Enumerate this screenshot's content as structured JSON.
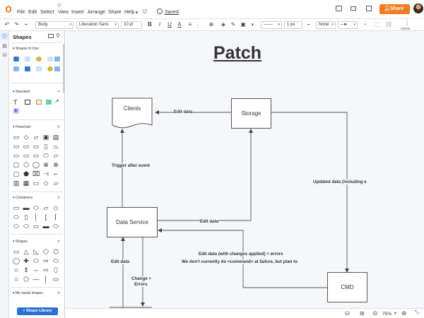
{
  "menu": {
    "items": [
      "File",
      "Edit",
      "Select",
      "View",
      "Insert",
      "Arrange",
      "Share",
      "Help"
    ],
    "saved_label": "Saved",
    "share_button": "Share"
  },
  "toolbar": {
    "style_select": "Body",
    "font_select": "Liberation Sans",
    "font_size": "10 pt",
    "bold": "B",
    "italic": "I",
    "underline": "U",
    "text_color": "A",
    "line_width": "1 px",
    "arrow_start": "None",
    "more_label": "MORE"
  },
  "panel": {
    "title": "Shapes",
    "sections": {
      "in_use": "Shapes In Use",
      "standard": "Standard",
      "flowchart": "Flowchart",
      "containers": "Containers",
      "shapes": "Shapes",
      "saved": "My saved shapes"
    },
    "drop_hint": "- - - - - - - - - - - - -",
    "library_button": "Shape Library"
  },
  "diagram": {
    "title": "Patch",
    "nodes": {
      "clients": "Clients",
      "storage": "Storage",
      "data_service": "Data Service",
      "cmd": "CMD"
    },
    "edges": {
      "storage_to_clients": "Edit data",
      "trigger": "Trigger after event",
      "updated_data": "Updated data (including e",
      "ds_edit": "Edit data",
      "applied": "Edit data (with changes applied) + errors",
      "note": "We don't currently do <command> at failure, but plan to",
      "edit_in": "Edit data",
      "change_errors_1": "Change +",
      "change_errors_2": "Errors"
    }
  },
  "bottom": {
    "zoom": "75%"
  },
  "colors": {
    "accent": "#f47b20",
    "library_button": "#2b6fd6",
    "selected_rail": "#dce8fb"
  }
}
